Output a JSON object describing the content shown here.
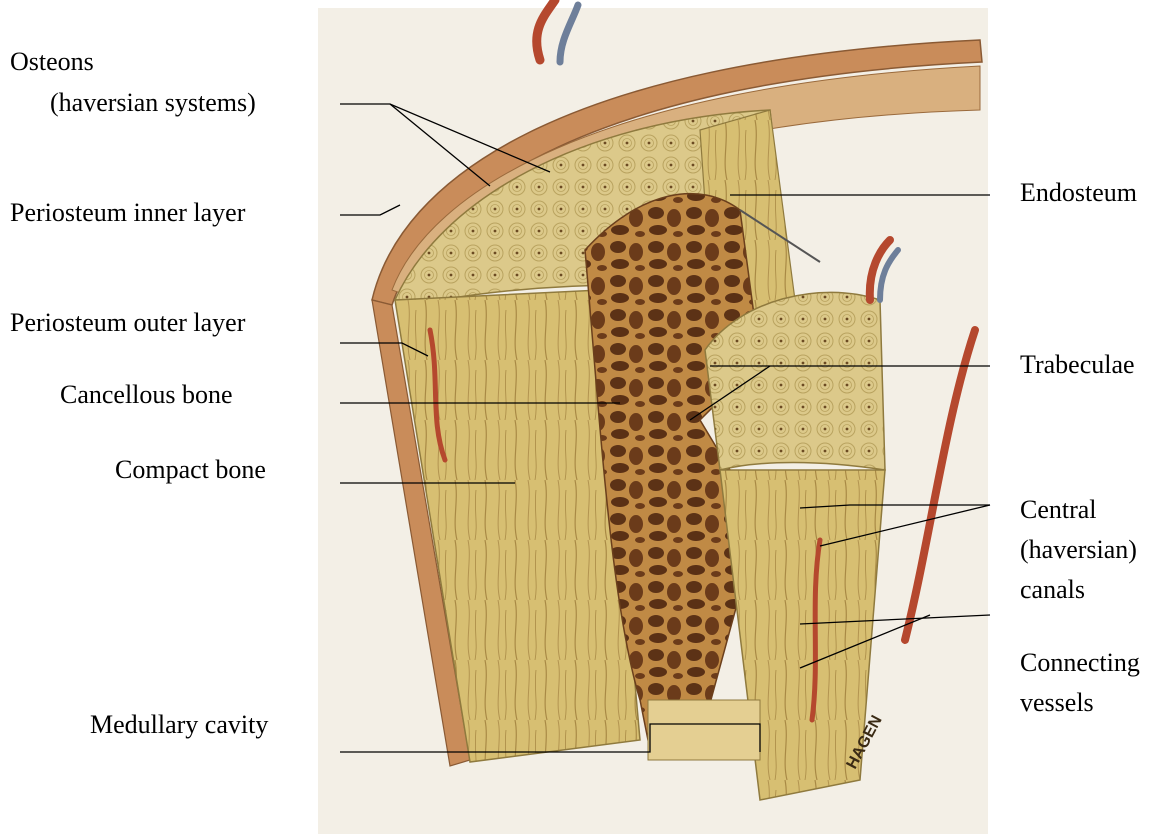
{
  "labels": {
    "osteons": "Osteons",
    "osteons_sub": "(haversian systems)",
    "periosteum_inner": "Periosteum inner layer",
    "periosteum_outer": "Periosteum outer layer",
    "cancellous": "Cancellous bone",
    "compact": "Compact bone",
    "medullary": "Medullary cavity",
    "endosteum": "Endosteum",
    "trabeculae": "Trabeculae",
    "central_1": "Central",
    "central_2": "(haversian)",
    "central_3": "canals",
    "connecting_1": "Connecting",
    "connecting_2": "vessels"
  },
  "signature": "HAGEN",
  "colors": {
    "page_bg": "#f3efe6",
    "bone_face": "#d8c27a",
    "bone_side": "#c9ac62",
    "spongy": "#b9843f",
    "spongy_hole": "#6b3f1c",
    "periosteum": "#c98c5a",
    "artery": "#b5482e",
    "vein": "#6e7f9a",
    "leader": "#000000"
  }
}
